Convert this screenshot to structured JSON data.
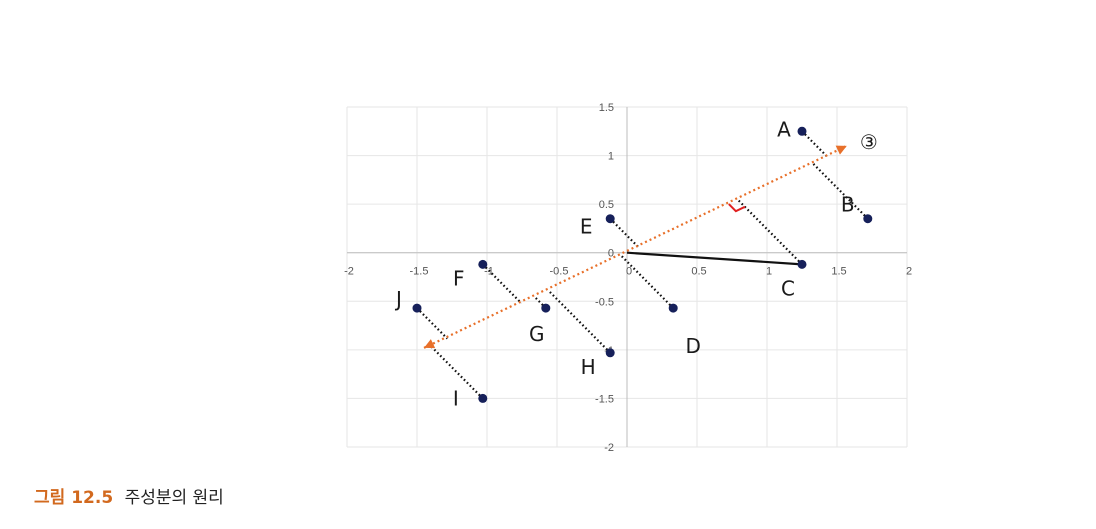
{
  "chart_data": {
    "type": "scatter",
    "title": "",
    "xlabel": "",
    "ylabel": "",
    "xlim": [
      -2,
      2
    ],
    "ylim": [
      -2,
      1.5
    ],
    "x_ticks": [
      -2,
      -1.5,
      -1,
      -0.5,
      0,
      0.5,
      1,
      1.5,
      2
    ],
    "x_tick_labels": [
      "-2",
      "-1.5",
      "-1",
      "-0.5",
      "0",
      "0.5",
      "1",
      "1.5",
      "2"
    ],
    "y_ticks": [
      -2,
      -1.5,
      -1,
      -0.5,
      0,
      0.5,
      1,
      1.5
    ],
    "y_tick_labels": [
      "-2",
      "-1.5",
      "-1",
      "-0.5",
      "0",
      "0.5",
      "1",
      "1.5"
    ],
    "grid": true,
    "points": [
      {
        "label": "A",
        "x": 1.25,
        "y": 1.25
      },
      {
        "label": "B",
        "x": 1.72,
        "y": 0.35
      },
      {
        "label": "C",
        "x": 1.25,
        "y": -0.12
      },
      {
        "label": "D",
        "x": 0.33,
        "y": -0.57
      },
      {
        "label": "E",
        "x": -0.12,
        "y": 0.35
      },
      {
        "label": "F",
        "x": -1.03,
        "y": -0.12
      },
      {
        "label": "G",
        "x": -0.58,
        "y": -0.57
      },
      {
        "label": "H",
        "x": -0.12,
        "y": -1.03
      },
      {
        "label": "I",
        "x": -1.03,
        "y": -1.5
      },
      {
        "label": "J",
        "x": -1.5,
        "y": -0.57
      }
    ],
    "axis_line": {
      "label": "③",
      "from": [
        -1.45,
        -0.98
      ],
      "to": [
        1.57,
        1.1
      ],
      "color": "#e8702a"
    },
    "vector_C": {
      "from": [
        0,
        0
      ],
      "to": [
        1.25,
        -0.12
      ]
    },
    "right_angle_color": "#e02020"
  },
  "caption": {
    "figure_no": "그림 12.5",
    "text": "주성분의 원리"
  }
}
